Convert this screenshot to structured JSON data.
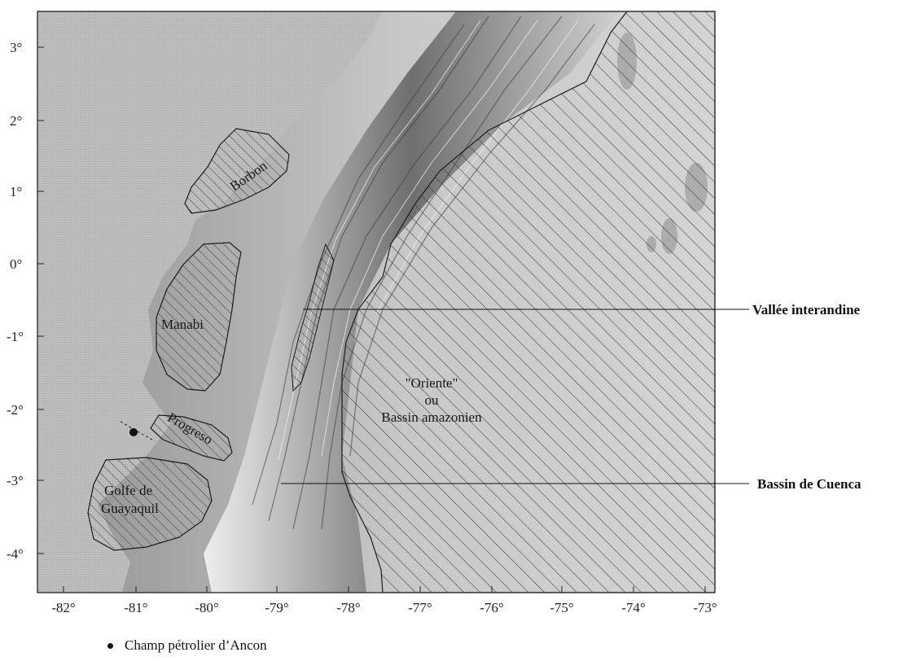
{
  "map": {
    "y_axis_labels": [
      "3°",
      "2°",
      "1°",
      "0°",
      "-1°",
      "-2°",
      "-3°",
      "-4°"
    ],
    "x_axis_labels": [
      "-82°",
      "-81°",
      "-80°",
      "-79°",
      "-78°",
      "-77°",
      "-76°",
      "-75°",
      "-74°",
      "-73°"
    ],
    "extent": {
      "lon_min": -82.4,
      "lon_max": -72.6,
      "lat_min": -4.8,
      "lat_max": 3.6
    },
    "basins": [
      {
        "id": "borbon",
        "label": "Borbon"
      },
      {
        "id": "manabi",
        "label": "Manabi"
      },
      {
        "id": "progreso",
        "label": "Progreso"
      },
      {
        "id": "golfe",
        "label_line1": "Golfe de",
        "label_line2": "Guayaquil"
      },
      {
        "id": "oriente",
        "label_line1": "\"Oriente\"",
        "label_line2": "ou",
        "label_line3": "Bassin amazonien"
      }
    ],
    "callouts": [
      {
        "id": "vallee",
        "label": "Vallée interandine"
      },
      {
        "id": "cuenca",
        "label": "Bassin de Cuenca"
      }
    ],
    "legend": {
      "marker_label": "Champ pétrolier d’Ancon"
    },
    "colors": {
      "sea": "#b9b9b9",
      "relief_light": "#e6e6e6",
      "relief_dark": "#4a4a4a",
      "hatch": "#3a3a3a",
      "outline": "#1c1c1c"
    }
  }
}
